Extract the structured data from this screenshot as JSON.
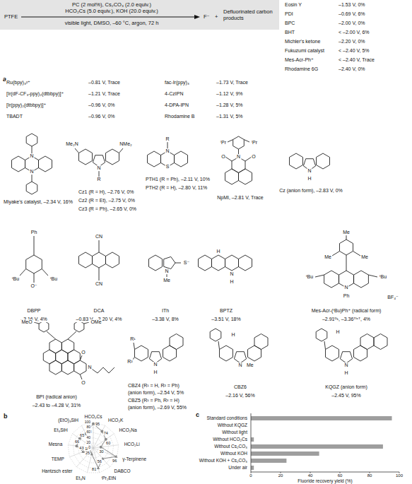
{
  "diagram": {
    "nodes": [
      {
        "text": [
          "PTFE",
          "PC (2 mol%), Cs₂CO₃ (2.0 equiv.)",
          "HCO₂Cs (5.0 equiv.), KOH (20.0 equiv.)",
          "visible light, DMSO, –60 °C, argon, 72 h",
          "F⁻",
          "+",
          "Defluorinated carbon products"
        ]
      }
    ],
    "labels": [
      "Eosin Y",
      "–1.53 V, 0%",
      "PDI",
      "–0.69 V, 6%",
      "BPC",
      "–2.00 V, 0%",
      "BHT",
      "< –2.00 V, 6%",
      "Michler's ketone",
      "–2.20 V, 0%",
      "Fukuzumi catalyst",
      "< –2.40 V, 5%",
      "Mes-Acr-Ph⁺",
      "< –2.40 V, Trace",
      "Rhodamine 6G",
      "–2.40 V, 0%",
      "a",
      "Ru(bpy)₃²⁺",
      "–0.81 V, Trace",
      "[Ir(dF-CF₃-ppy)₂(dtbbpy)]⁺",
      "–1.21 V, Trace",
      "[Ir(ppy)₂(dtbbpy)]⁺",
      "–0.96 V, 0%",
      "TBADT",
      "–0.96 V, 0%",
      "fac-Ir(ppy)₃",
      "–1.73 V, Trace",
      "4-CzIPN",
      "–1.12 V, 9%",
      "4-DPA-IPN",
      "–1.28 V, 5%",
      "Rhodamine B",
      "–1.31 V, 5%",
      "N",
      "N",
      "Miyake's catalyst, –2.34 V, 16%",
      "Me₂N",
      "NMe₂",
      "N",
      "R",
      "Cz1 (R = H), –2.76 V, 0%",
      "Cz2 (R = Et), –2.75 V, 0%",
      "Cz3 (R = Ph), –2.65 V, 0%",
      "R",
      "N",
      "S",
      "PTH1 (R = Ph), –2.11 V, 10%",
      "PTH2 (R = H), –2.80 V, 11%",
      "ⁱPr",
      "ⁱPr",
      "N",
      "O",
      "O",
      "NpMI, –2.81 V, Trace",
      "N",
      "H",
      "Cz (anion form), –2.83 V, 0%",
      "Ph",
      "ᵗBu",
      "ᵗBu",
      "O⁻",
      "DBPP",
      "–3.16 V, 4%",
      "CN",
      "CN",
      "DCA",
      "–0.83 V, –3.20 V, 4%",
      "S⁻",
      "N",
      "Me",
      "ITh",
      "–3.38 V, 8%",
      "H",
      "N",
      "H",
      "BPTZ",
      "–3.51 V, 18%",
      "Me",
      "Me",
      "Me",
      "ᵗBu",
      "ᵗBu",
      "N",
      "Ph",
      "BF₄⁻",
      "Mes-Acr-(ᵗBu)Ph⁺ (radical form)",
      "–2.91ᴰ¹, –3.36ᵀᴵᶜᵀ, 4%",
      "MeO",
      "OMe",
      "O",
      "N",
      "O",
      "BPI (radical anion)",
      "–2.43 to –4.28 V, 31%",
      "R¹",
      "R²",
      "N",
      "H",
      "CBZ4 (R¹ = H, R² = Ph)",
      "(anion form), –2.54 V, 5%",
      "CBZ5 (R¹ = Ph, R² = H)",
      "(anion form), –2.69 V, 55%",
      "N",
      "Me",
      "H",
      "CBZ6",
      "–2.16 V, 56%",
      "N",
      "H",
      "H",
      "KQGZ (anion form)",
      "–2.45 V, 95%",
      "b",
      "HCO₂Cs",
      "HCO₂K",
      "HCO₂Na",
      "HCO₂Li",
      "γ-Terpinene",
      "DABCO",
      "ⁱPr₂EtN",
      "Et₃N",
      "Hantzsch ester",
      "TEMP",
      "Mesna",
      "Et₃SiH",
      "(EtO)₃SiH",
      "95",
      "74",
      "60",
      "30",
      "96",
      "56",
      "81",
      "25",
      "18",
      "43",
      "66",
      "65",
      "63",
      "0",
      "20",
      "40",
      "60",
      "80",
      "100",
      "c",
      "Standard conditions",
      "Without KQGZ",
      "Without light",
      "Without HCO₂Cs",
      "Without Cs₂CO₃",
      "Without KOH",
      "Without KOH + Cs₂CO₃",
      "Under air",
      "0",
      "20",
      "40",
      "60",
      "80",
      "100",
      "Fluoride recovery yield (%)"
    ]
  }
}
